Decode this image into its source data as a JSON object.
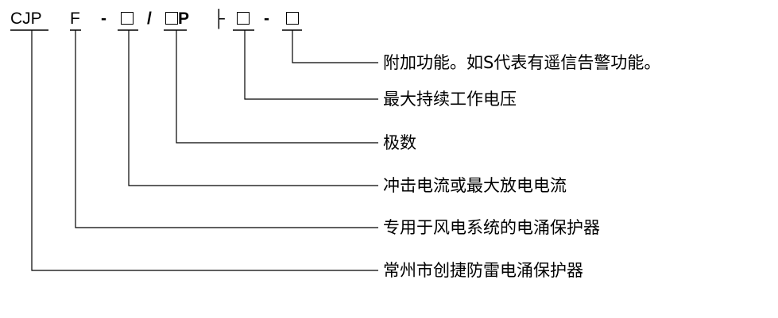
{
  "model_code": {
    "prefix": "CJP",
    "series": "F",
    "dash1": "-",
    "slash": "/",
    "pole_suffix": "P",
    "separator": "├",
    "dash2": "-"
  },
  "descriptions": [
    "附加功能。如S代表有遥信告警功能。",
    "最大持续工作电压",
    "极数",
    "冲击电流或最大放电电流",
    "专用于风电系统的电涌保护器",
    "常州市创捷防雷电涌保护器"
  ]
}
